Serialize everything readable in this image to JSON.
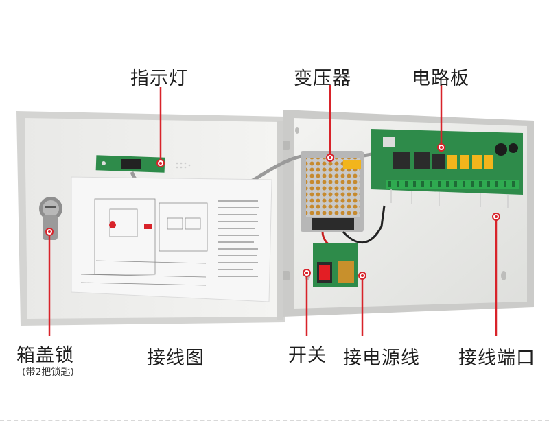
{
  "labels": {
    "indicator": "指示灯",
    "transformer": "变压器",
    "circuit_board": "电路板",
    "cover_lock": "箱盖锁",
    "cover_lock_note": "(带2把锁匙)",
    "wiring_diagram": "接线图",
    "switch": "开关",
    "power_cord": "接电源线",
    "terminal_port": "接线端口"
  },
  "colors": {
    "callout_line": "#d8232a",
    "cabinet": "#ebebe9",
    "pcb": "#2e8b4a",
    "terminal": "#2faa50"
  }
}
